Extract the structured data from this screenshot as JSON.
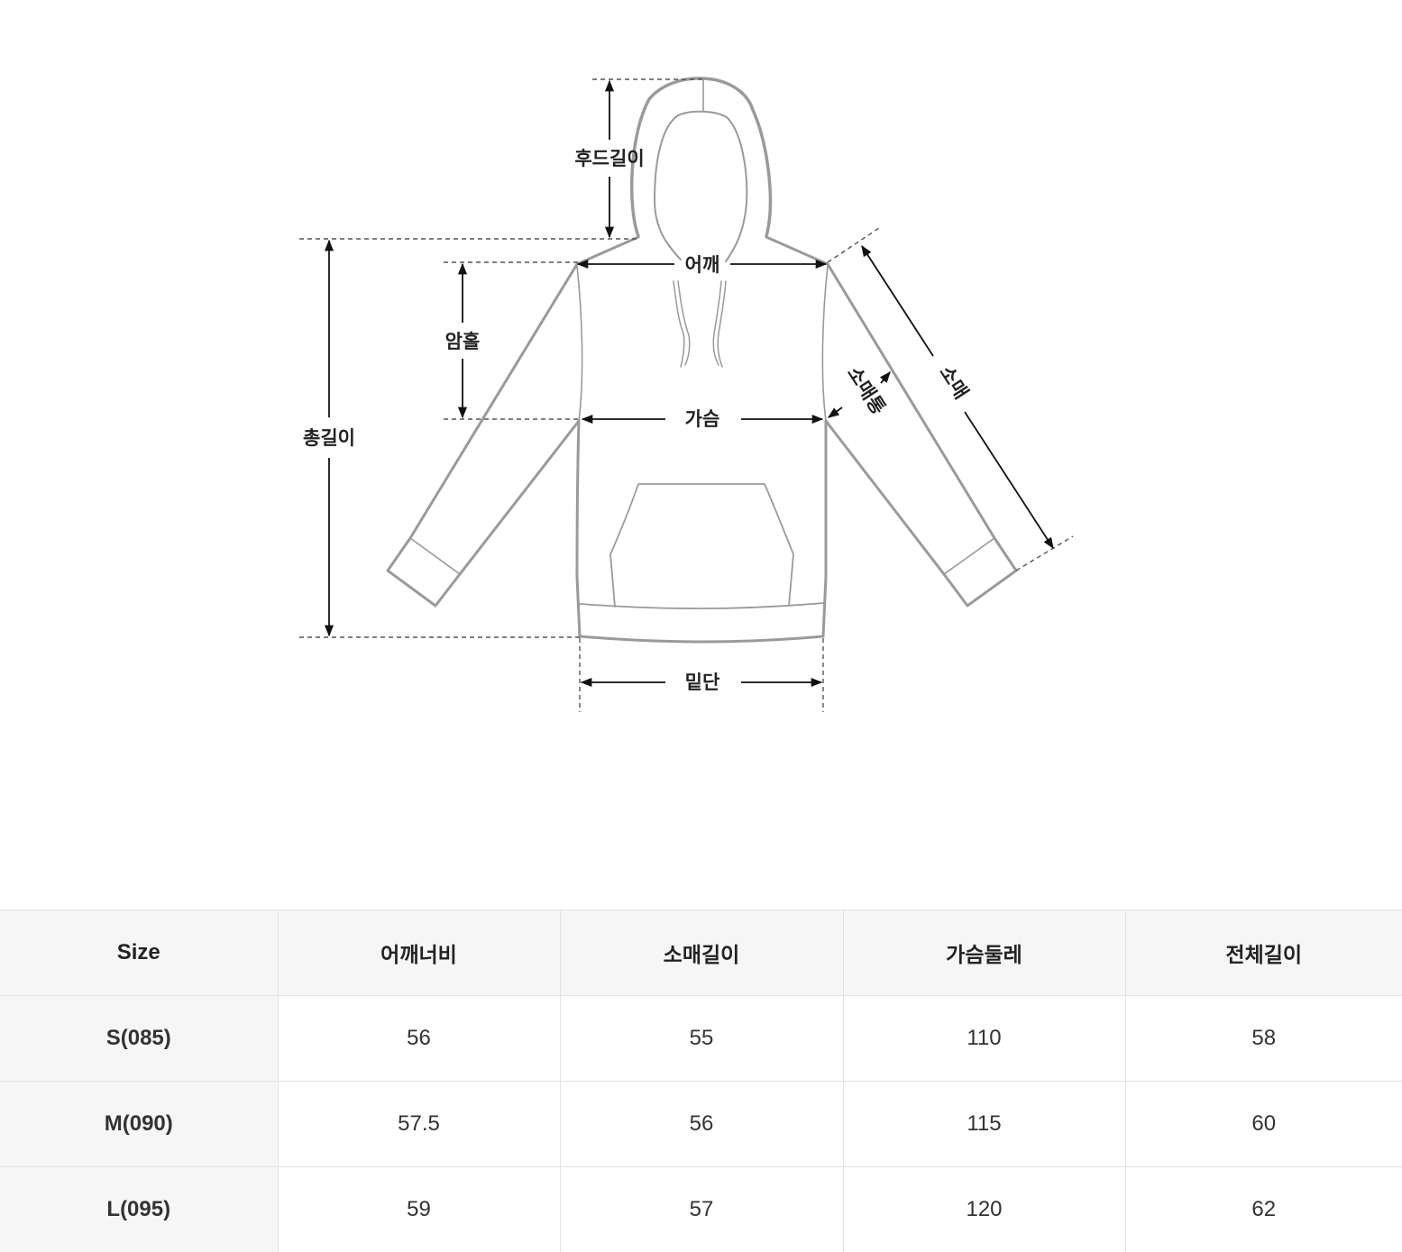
{
  "diagram": {
    "labels": {
      "hood_length": "후드길이",
      "shoulder": "어깨",
      "armhole": "암홀",
      "total_length": "총길이",
      "chest": "가슴",
      "sleeve_width": "소매통",
      "sleeve": "소매",
      "hem": "밑단"
    }
  },
  "table": {
    "headers": [
      "Size",
      "어깨너비",
      "소매길이",
      "가슴둘레",
      "전체길이"
    ],
    "rows": [
      [
        "S(085)",
        "56",
        "55",
        "110",
        "58"
      ],
      [
        "M(090)",
        "57.5",
        "56",
        "115",
        "60"
      ],
      [
        "L(095)",
        "59",
        "57",
        "120",
        "62"
      ]
    ]
  }
}
